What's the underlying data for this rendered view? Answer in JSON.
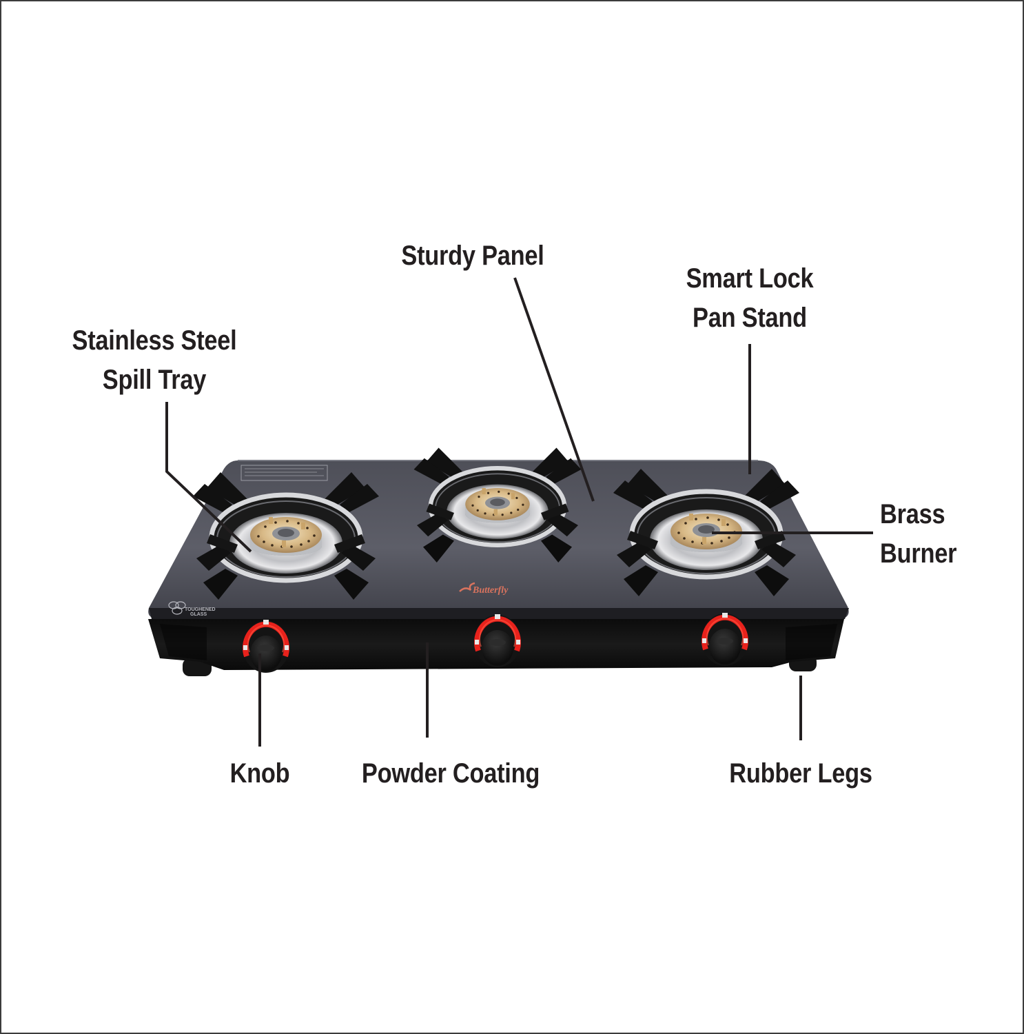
{
  "infographic": {
    "subject": "3-burner glass top gas stove",
    "brand_logo_text": "Butterfly",
    "glass_badge_text": [
      "TOUGHENED",
      "GLASS"
    ],
    "colors": {
      "label_text": "#231f20",
      "leader_line": "#231f20",
      "glass_top": "#5b5c66",
      "body": "#141414",
      "knob_ring": "#e8221c",
      "brass": "#d8b986",
      "logo": "#d9735e",
      "frame_border": "#3c3c3c"
    },
    "callouts": [
      {
        "id": "sturdy-panel",
        "lines": [
          "Sturdy Panel"
        ]
      },
      {
        "id": "smart-lock-pan-stand",
        "lines": [
          "Smart Lock",
          "Pan Stand"
        ]
      },
      {
        "id": "stainless-steel-spill-tray",
        "lines": [
          "Stainless Steel",
          "Spill Tray"
        ]
      },
      {
        "id": "brass-burner",
        "lines": [
          "Brass",
          "Burner"
        ]
      },
      {
        "id": "knob",
        "lines": [
          "Knob"
        ]
      },
      {
        "id": "powder-coating",
        "lines": [
          "Powder Coating"
        ]
      },
      {
        "id": "rubber-legs",
        "lines": [
          "Rubber Legs"
        ]
      }
    ],
    "burner_count": 3,
    "knob_count": 3
  }
}
